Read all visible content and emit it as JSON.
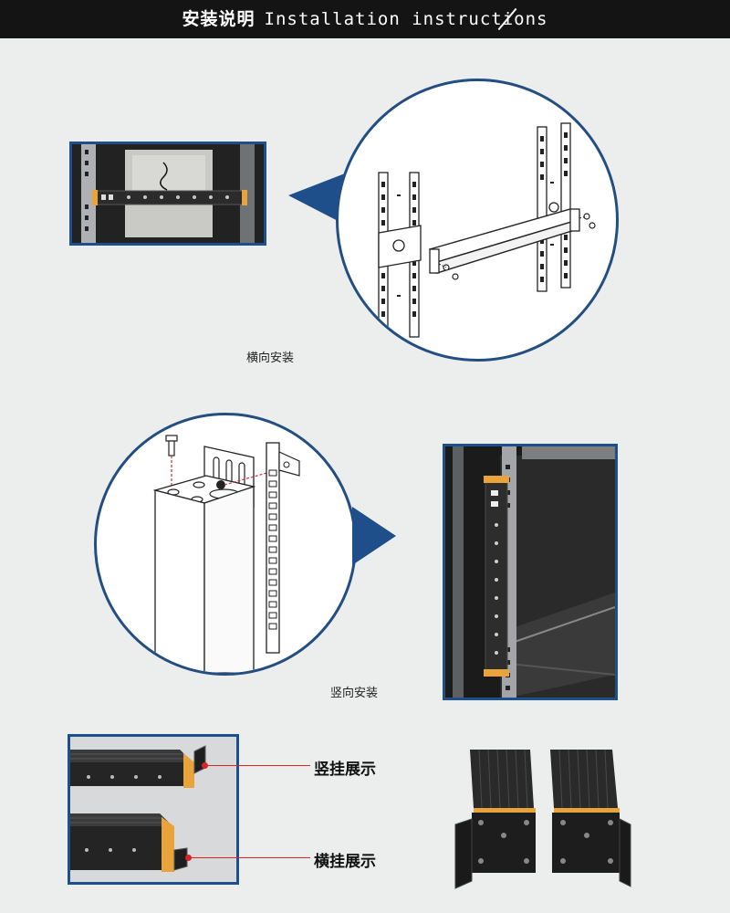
{
  "header": {
    "title_cn": "安装说明",
    "title_en": "Installation instructions"
  },
  "sections": {
    "horizontal": {
      "caption": "横向安装"
    },
    "vertical": {
      "caption": "竖向安装"
    },
    "display": {
      "vertical_hang": "竖挂展示",
      "horizontal_hang": "横挂展示"
    }
  },
  "colors": {
    "header_bg": "#141414",
    "frame_blue": "#1f4f8b",
    "accent_orange": "#e8a33a",
    "marker_red": "#d22222"
  }
}
